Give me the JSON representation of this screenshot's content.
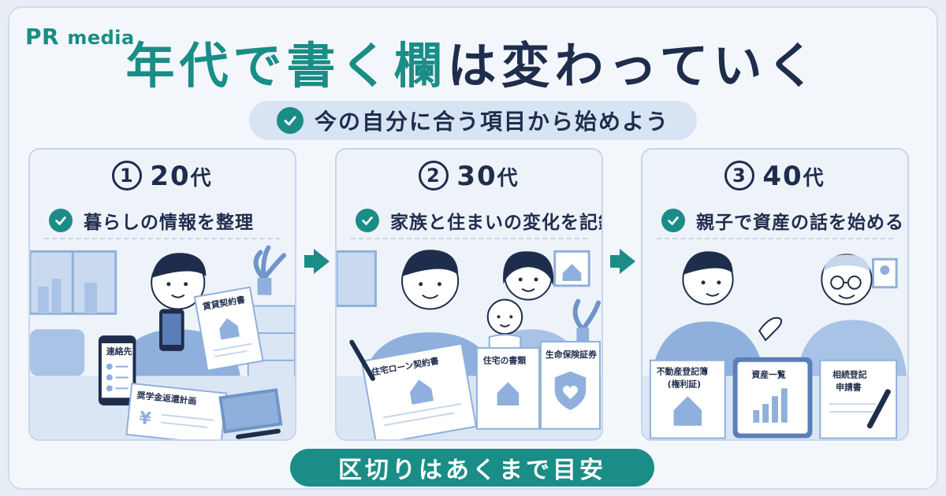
{
  "brand": {
    "name": "PR",
    "suffix": "media"
  },
  "title": {
    "part1": "年代で書く欄",
    "part2": "は変わっていく"
  },
  "subtitle": "今の自分に合う項目から始めよう",
  "cards": [
    {
      "num": "1",
      "age": "20",
      "unit": "代",
      "subtitle": "暮らしの情報を整理",
      "docs": [
        "賃貸契約書",
        "連絡先",
        "奨学金返還計画"
      ]
    },
    {
      "num": "2",
      "age": "30",
      "unit": "代",
      "subtitle": "家族と住まいの変化を記録",
      "docs": [
        "住宅ローン契約書",
        "住宅の書類",
        "生命保険証券"
      ]
    },
    {
      "num": "3",
      "age": "40",
      "unit": "代",
      "subtitle": "親子で資産の話を始める",
      "docs": [
        "不動産登記簿",
        "(権利証)",
        "資産一覧",
        "相続登記",
        "申請書"
      ]
    }
  ],
  "footer": "区切りはあくまで目安",
  "colors": {
    "accent": "#1a8d86",
    "navy": "#1f2d4d",
    "panel": "#eef3fa",
    "illustration": "#8fb0dc"
  }
}
